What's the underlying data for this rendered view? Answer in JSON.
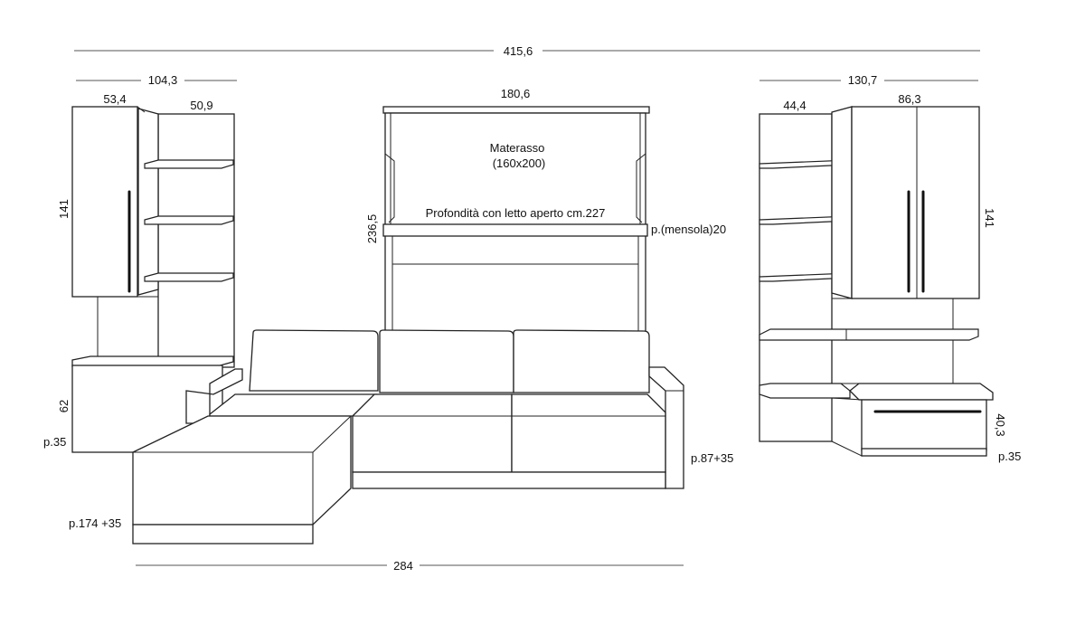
{
  "dimensions": {
    "total_width": "415,6",
    "left_unit_width": "104,3",
    "left_cabinet_width": "53,4",
    "left_shelf_width": "50,9",
    "left_cabinet_height": "141",
    "left_base_height": "62",
    "left_base_depth": "p.35",
    "bed_width": "180,6",
    "bed_height": "236,5",
    "right_unit_width": "130,7",
    "right_shelf_width": "44,4",
    "right_cabinet_width": "86,3",
    "right_cabinet_height": "141",
    "right_drawer_height": "40,3",
    "right_base_depth": "p.35",
    "sofa_width": "284",
    "sofa_depth": "p.87+35",
    "chaise_depth": "p.174 +35",
    "shelf_depth": "p.(mensola)20"
  },
  "bed": {
    "mattress_label": "Materasso",
    "mattress_size": "(160x200)",
    "open_depth_note": "Profondità con letto aperto cm.227"
  }
}
